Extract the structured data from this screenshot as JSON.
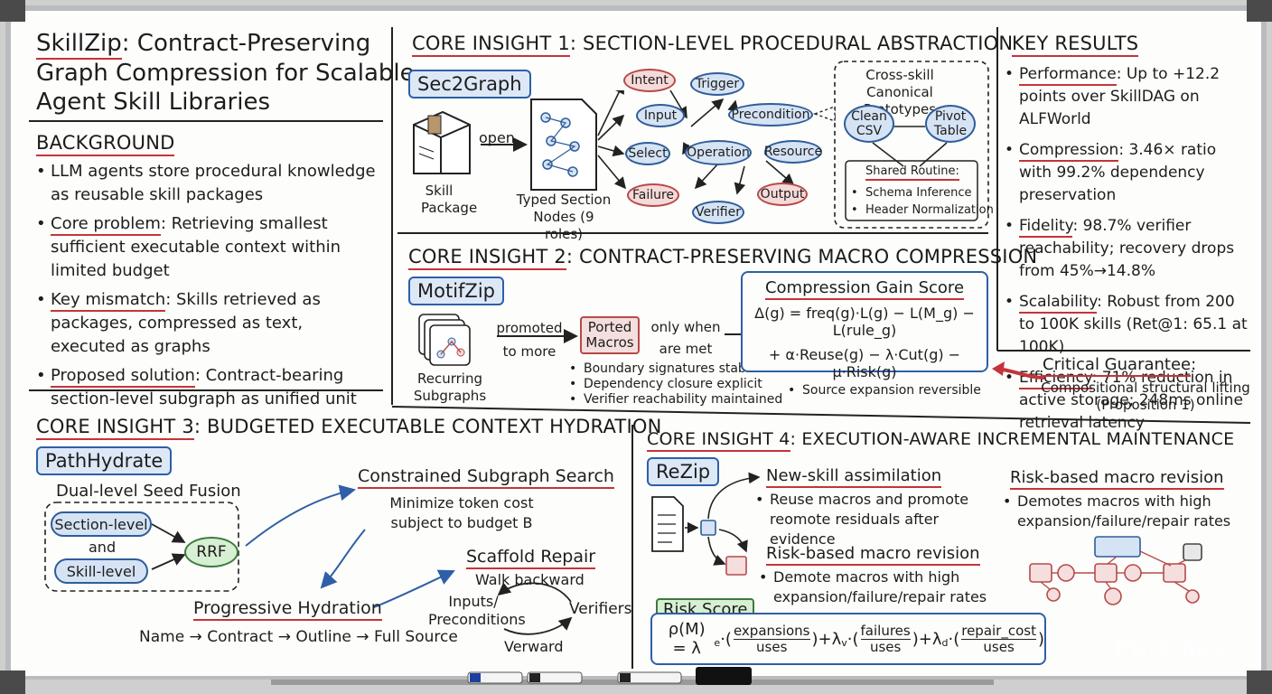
{
  "title": {
    "brand": "SkillZip",
    "line1_rest": ": Contract-Preserving",
    "line2": "Graph Compression for Scalable",
    "line3": "Agent Skill Libraries"
  },
  "background": {
    "heading": "BACKGROUND",
    "item1": "LLM agents store procedural knowledge as reusable skill packages",
    "item2_key": "Core problem",
    "item2_rest": ": Retrieving smallest sufficient executable context within limited budget",
    "item3_key": "Key mismatch",
    "item3_rest": ": Skills retrieved as packages, compressed as text, executed as graphs",
    "item4_key": "Proposed solution",
    "item4_rest": ": Contract-bearing section-level subgraph as unified unit"
  },
  "insight1": {
    "heading_a": "CORE INSIGHT 1",
    "heading_b": ": SECTION-LEVEL PROCEDURAL ABSTRACTION",
    "box": "Sec2Graph",
    "open": "open",
    "skill_package": "Skill Package",
    "typed_nodes": "Typed Section Nodes (9 roles)",
    "nodes": [
      "Intent",
      "Trigger",
      "Input",
      "Precondition",
      "Select",
      "Operation",
      "Resource",
      "Failure",
      "Verifier",
      "Output"
    ],
    "cross_title": "Cross-skill Canonical Prototypes",
    "clean": "Clean CSV",
    "pivot": "Pivot Table",
    "shared_title": "Shared Routine:",
    "shared_items": [
      "Schema Inference",
      "Header Normalization"
    ]
  },
  "insight2": {
    "heading_a": "CORE INSIGHT 2",
    "heading_b": ": CONTRACT-PRESERVING MACRO COMPRESSION",
    "box": "MotifZip",
    "recurring": "Recurring Subgraphs",
    "promoted": "promoted to more",
    "ported": "Ported Macros",
    "only_when": "only when are met",
    "conditions": [
      "Boundary signatures stable",
      "Dependency closure explicit",
      "Verifier reachability maintained",
      "Source expansion reversible"
    ],
    "score_title": "Compression Gain Score",
    "formula_line1": "Δ(g) = freq(g)·L(g) − L(M_g) − L(rule_g)",
    "formula_line2": "+ α·Reuse(g) − λ·Cut(g) − μ·Risk(g)",
    "guarantee_title": "Critical Guarantee",
    "guarantee_colon": ":",
    "guarantee_text": "Compositional structural lifting (Proposition 1)"
  },
  "results": {
    "heading": "KEY RESULTS",
    "items": [
      {
        "key": "Performance",
        "text": ": Up to +12.2 points over SkillDAG on ALFWorld"
      },
      {
        "key": "Compression",
        "text": ": 3.46× ratio with 99.2% dependency preservation"
      },
      {
        "key": "Fidelity",
        "text": ": 98.7% verifier reachability; recovery drops from 45%→14.8%"
      },
      {
        "key": "Scalability",
        "text": ": Robust from 200 to 100K skills (Ret@1: 65.1 at 100K)"
      },
      {
        "key": "Efficiency",
        "text": ": 71% reduction in active storage; 248ms online retrieval latency"
      }
    ]
  },
  "insight3": {
    "heading_a": "CORE INSIGHT 3",
    "heading_b": ": BUDGETED EXECUTABLE CONTEXT HYDRATION",
    "box": "PathHydrate",
    "fusion": "Dual-level Seed Fusion",
    "section_level": "Section-level",
    "and": "and",
    "skill_level": "Skill-level",
    "rrf": "RRF",
    "search_title": "Constrained Subgraph Search",
    "search_text": "Minimize token cost subject to budget B",
    "progressive": "Progressive Hydration",
    "progression": "Name → Contract → Outline → Full Source",
    "scaffold": "Scaffold Repair",
    "walk": "Walk backward",
    "inputs": "Inputs/ Preconditions",
    "verifiers": "Verifiers",
    "verward": "Verward"
  },
  "insight4": {
    "heading_a": "CORE INSIGHT 4",
    "heading_b": ": EXECUTION-AWARE INCREMENTAL MAINTENANCE",
    "box": "ReZip",
    "assim_title": "New-skill assimilation",
    "assim_text": "Reuse macros and promote reomote residuals after evidence",
    "revision_title": "Risk-based macro revision",
    "revision_text": "Demote macros with high expansion/failure/repair rates",
    "right_title": "Risk-based macro revision",
    "right_text": "Demotes macros with high expansion/failure/repair rates",
    "risk_title": "Risk Score",
    "risk_formula": "ρ(M) = λe·(expansions/uses) + λv·(failures/uses) + λd·(repair_cost/uses)",
    "rho_lhs": "ρ(M) = λ",
    "t1_num": "expansions",
    "t1_den": "uses",
    "t2_num": "failures",
    "t2_den": "uses",
    "t3_num": "repair_cost",
    "t3_den": "uses"
  },
  "watermark": "PicX.dev",
  "colors": {
    "accent_red": "#c4343a",
    "accent_blue": "#2e5fa8",
    "board": "#fdfdfb"
  }
}
